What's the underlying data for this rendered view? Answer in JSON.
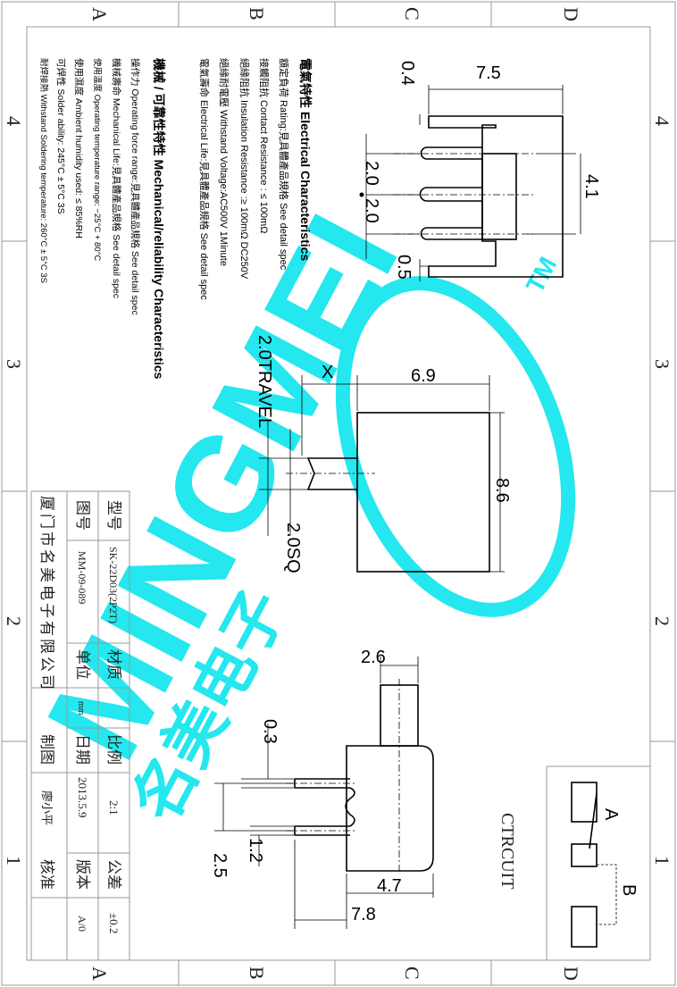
{
  "frame": {
    "columns": [
      "A",
      "B",
      "C",
      "D"
    ],
    "rows": [
      "4",
      "3",
      "2",
      "1"
    ]
  },
  "spec": {
    "electrical_title": "電氣特性 Electrical Characteristics",
    "electrical": [
      "額定負荷 Rating:見具體產品規格 See detail spec",
      "接觸阻抗 Contact Resistance : ≤ 100mΩ",
      "絕緣阻抗 Insulation Resistance :≥ 100mΩ DC250V",
      "絕緣耐電壓 Withstand Voltage:AC500V 1Minute",
      "電氣壽命 Electrical Life:見具體產品規格 See detail spec"
    ],
    "mechanical_title": "機械 / 可靠性特性 Mechanical/reliability Characteristics",
    "mechanical": [
      "操作力 Operating force range:見具體產品規格 See detail spec",
      "機械壽命 Mechanical Life:見具體產品規格 See detail spec",
      "使用溫度 Operating temperature range: −25°C + 80°C",
      "使用濕度 Ambient humidity used: ≤ 85%RH",
      "可焊性 Solder ability: 245°C ± 5°C 3S",
      "耐焊接熱 Withstand Soldering temperature: 260°C ± 5°C 3S"
    ]
  },
  "dims": {
    "top": {
      "a": "7.5",
      "b": "0.4",
      "c": "4.1",
      "d": "2.0",
      "e": "2.0",
      "f": "0.5"
    },
    "mid": {
      "a": "6.9",
      "b": "X",
      "c": "8.6",
      "d": "2.0TRAVEL",
      "e": "2.0SQ"
    },
    "bot": {
      "a": "2.6",
      "b": "0.3",
      "c": "1.2",
      "d": "2.5",
      "e": "4.7",
      "f": "7.8"
    }
  },
  "circuit": {
    "title": "CTRCUIT",
    "a": "A",
    "b": "B"
  },
  "title_block": {
    "model_label": "型号",
    "model": "SK-22D03(2P2T)",
    "material_label": "材质",
    "material": "",
    "scale_label": "比例",
    "scale": "2:1",
    "tolerance_label": "公差",
    "tolerance": "±0.2",
    "drawing_no_label": "图号",
    "drawing_no": "MM-09-089",
    "unit_label": "单位",
    "unit": "mm",
    "date_label": "日期",
    "date": "2013.5.9",
    "version_label": "版本",
    "version": "A/0",
    "company": "厦门市名美电子有限公司",
    "drafter_label": "制图",
    "drafter": "廖小平",
    "approve_label": "核准",
    "approver": ""
  },
  "watermark": {
    "brand": "MINGMEI",
    "tm": "TM",
    "cn": "名美电子"
  },
  "colors": {
    "watermark": "#19e6ef"
  }
}
